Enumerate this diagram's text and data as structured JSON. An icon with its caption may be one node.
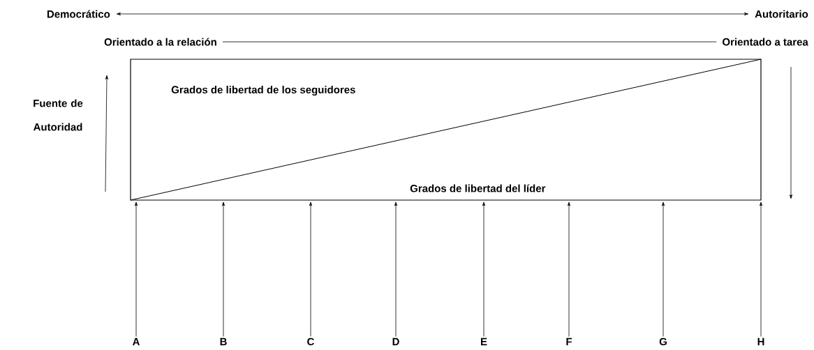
{
  "diagram": {
    "nodes": [
      {
        "text": [
          "Democrático"
        ]
      },
      {
        "text": [
          "Autoritario"
        ]
      },
      {
        "text": [
          "Orientado a la relación"
        ]
      },
      {
        "text": [
          "Orientado a tarea"
        ]
      },
      {
        "text": [
          "Grados de libertad de los seguidores",
          "Grados de libertad del líder"
        ]
      },
      {
        "text": [
          "A"
        ]
      },
      {
        "text": [
          "B"
        ]
      },
      {
        "text": [
          "C"
        ]
      },
      {
        "text": [
          "D"
        ]
      },
      {
        "text": [
          "E"
        ]
      },
      {
        "text": [
          "F"
        ]
      },
      {
        "text": [
          "G"
        ]
      },
      {
        "text": [
          "H"
        ]
      }
    ],
    "edges": [
      {
        "from": 0,
        "to": 1,
        "arrow": "both"
      },
      {
        "from": 2,
        "to": 3,
        "arrow": "none"
      },
      {
        "from": 5,
        "to": 4,
        "arrow": "to"
      },
      {
        "from": 6,
        "to": 4,
        "arrow": "to"
      },
      {
        "from": 7,
        "to": 4,
        "arrow": "to"
      },
      {
        "from": 8,
        "to": 4,
        "arrow": "to"
      },
      {
        "from": 9,
        "to": 4,
        "arrow": "to"
      },
      {
        "from": 10,
        "to": 4,
        "arrow": "to"
      },
      {
        "from": 11,
        "to": 4,
        "arrow": "to"
      },
      {
        "from": 12,
        "to": 4,
        "arrow": "to"
      }
    ],
    "labels": [
      "Fuente de Autoridad"
    ]
  }
}
